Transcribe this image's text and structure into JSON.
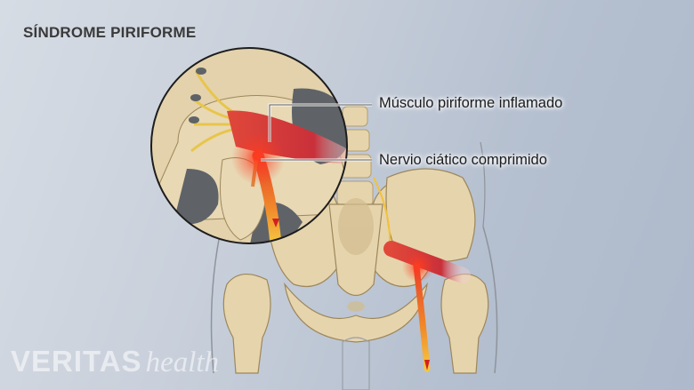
{
  "title": "SÍNDROME PIRIFORME",
  "labels": {
    "muscle": "Músculo piriforme inflamado",
    "nerve": "Nervio ciático comprimido"
  },
  "logo": {
    "brand": "VERITAS",
    "suffix": "health"
  },
  "colors": {
    "background_left": "#d6dce4",
    "background_right": "#aebacb",
    "bone": "#e6d4ad",
    "bone_shadow": "#c9b58a",
    "muscle": "#d7323a",
    "inflammation": "#ff2a1a",
    "nerve": "#f2c23a",
    "circle_shadow": "#5c6066"
  },
  "illustration": {
    "subject": "pelvis-with-piriformis-and-sciatic-nerve",
    "zoom_inset": "magnified-circle-of-left-hip"
  }
}
